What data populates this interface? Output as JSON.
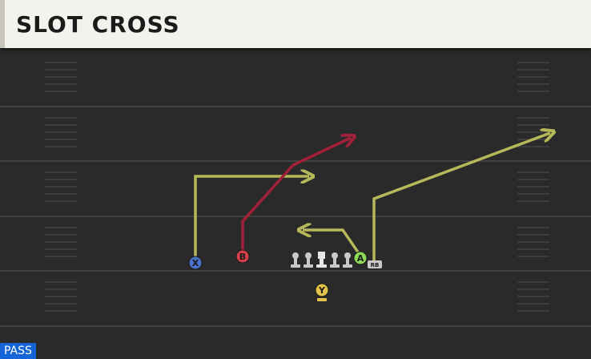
{
  "title": "SLOT CROSS",
  "play_type": "PASS",
  "colors": {
    "field": "#2a2a2a",
    "yard_line": "#4a4a4a",
    "route_yellow": "#b6b85a",
    "route_red": "#a3203a",
    "player_x": "#4a73c8",
    "player_b": "#d6404a",
    "player_a": "#8ed85a",
    "player_y": "#e3c34a",
    "lineman": "#c9c9c9"
  },
  "players": [
    {
      "id": "x",
      "label": "X"
    },
    {
      "id": "b",
      "label": "B"
    },
    {
      "id": "a",
      "label": "A"
    },
    {
      "id": "y",
      "label": "Y"
    },
    {
      "id": "rb",
      "label": "RB"
    }
  ],
  "routes": [
    {
      "player": "x",
      "color": "route_yellow"
    },
    {
      "player": "b",
      "color": "route_red"
    },
    {
      "player": "a",
      "color": "route_yellow"
    },
    {
      "player": "rb",
      "color": "route_yellow"
    }
  ]
}
